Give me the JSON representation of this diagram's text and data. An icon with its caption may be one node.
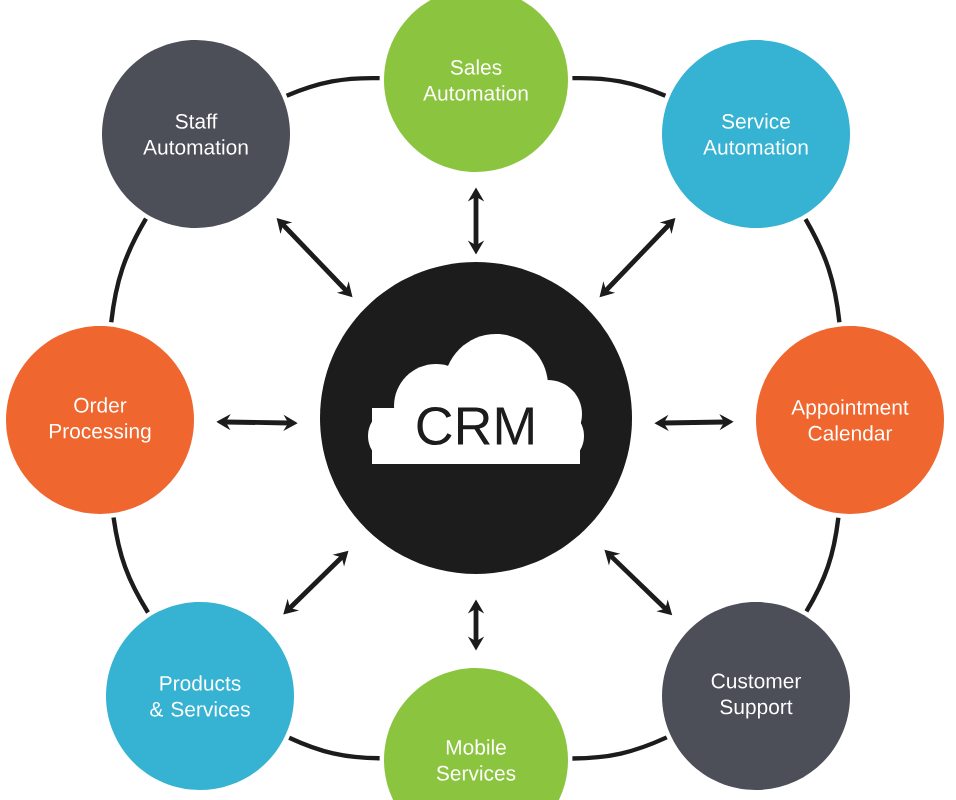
{
  "diagram": {
    "nodes": [
      {
        "text": [
          "CRM"
        ]
      },
      {
        "text": [
          "Sales Automation"
        ]
      },
      {
        "text": [
          "Service Automation"
        ]
      },
      {
        "text": [
          "Appointment Calendar"
        ]
      },
      {
        "text": [
          "Customer Support"
        ]
      },
      {
        "text": [
          "Mobile Services"
        ]
      },
      {
        "text": [
          "Products & Services"
        ]
      },
      {
        "text": [
          "Order Processing"
        ]
      },
      {
        "text": [
          "Staff Automation"
        ]
      }
    ],
    "edges": [
      {
        "from": 0,
        "to": 1,
        "arrow": "both"
      },
      {
        "from": 0,
        "to": 2,
        "arrow": "both"
      },
      {
        "from": 0,
        "to": 3,
        "arrow": "both"
      },
      {
        "from": 0,
        "to": 4,
        "arrow": "both"
      },
      {
        "from": 0,
        "to": 5,
        "arrow": "both"
      },
      {
        "from": 0,
        "to": 6,
        "arrow": "both"
      },
      {
        "from": 0,
        "to": 7,
        "arrow": "both"
      },
      {
        "from": 0,
        "to": 8,
        "arrow": "both"
      },
      {
        "from": 1,
        "to": 2,
        "arrow": "none"
      },
      {
        "from": 2,
        "to": 3,
        "arrow": "none"
      },
      {
        "from": 3,
        "to": 4,
        "arrow": "none"
      },
      {
        "from": 4,
        "to": 5,
        "arrow": "none"
      },
      {
        "from": 5,
        "to": 6,
        "arrow": "none"
      },
      {
        "from": 6,
        "to": 7,
        "arrow": "none"
      },
      {
        "from": 7,
        "to": 8,
        "arrow": "none"
      },
      {
        "from": 8,
        "to": 1,
        "arrow": "none"
      }
    ]
  }
}
